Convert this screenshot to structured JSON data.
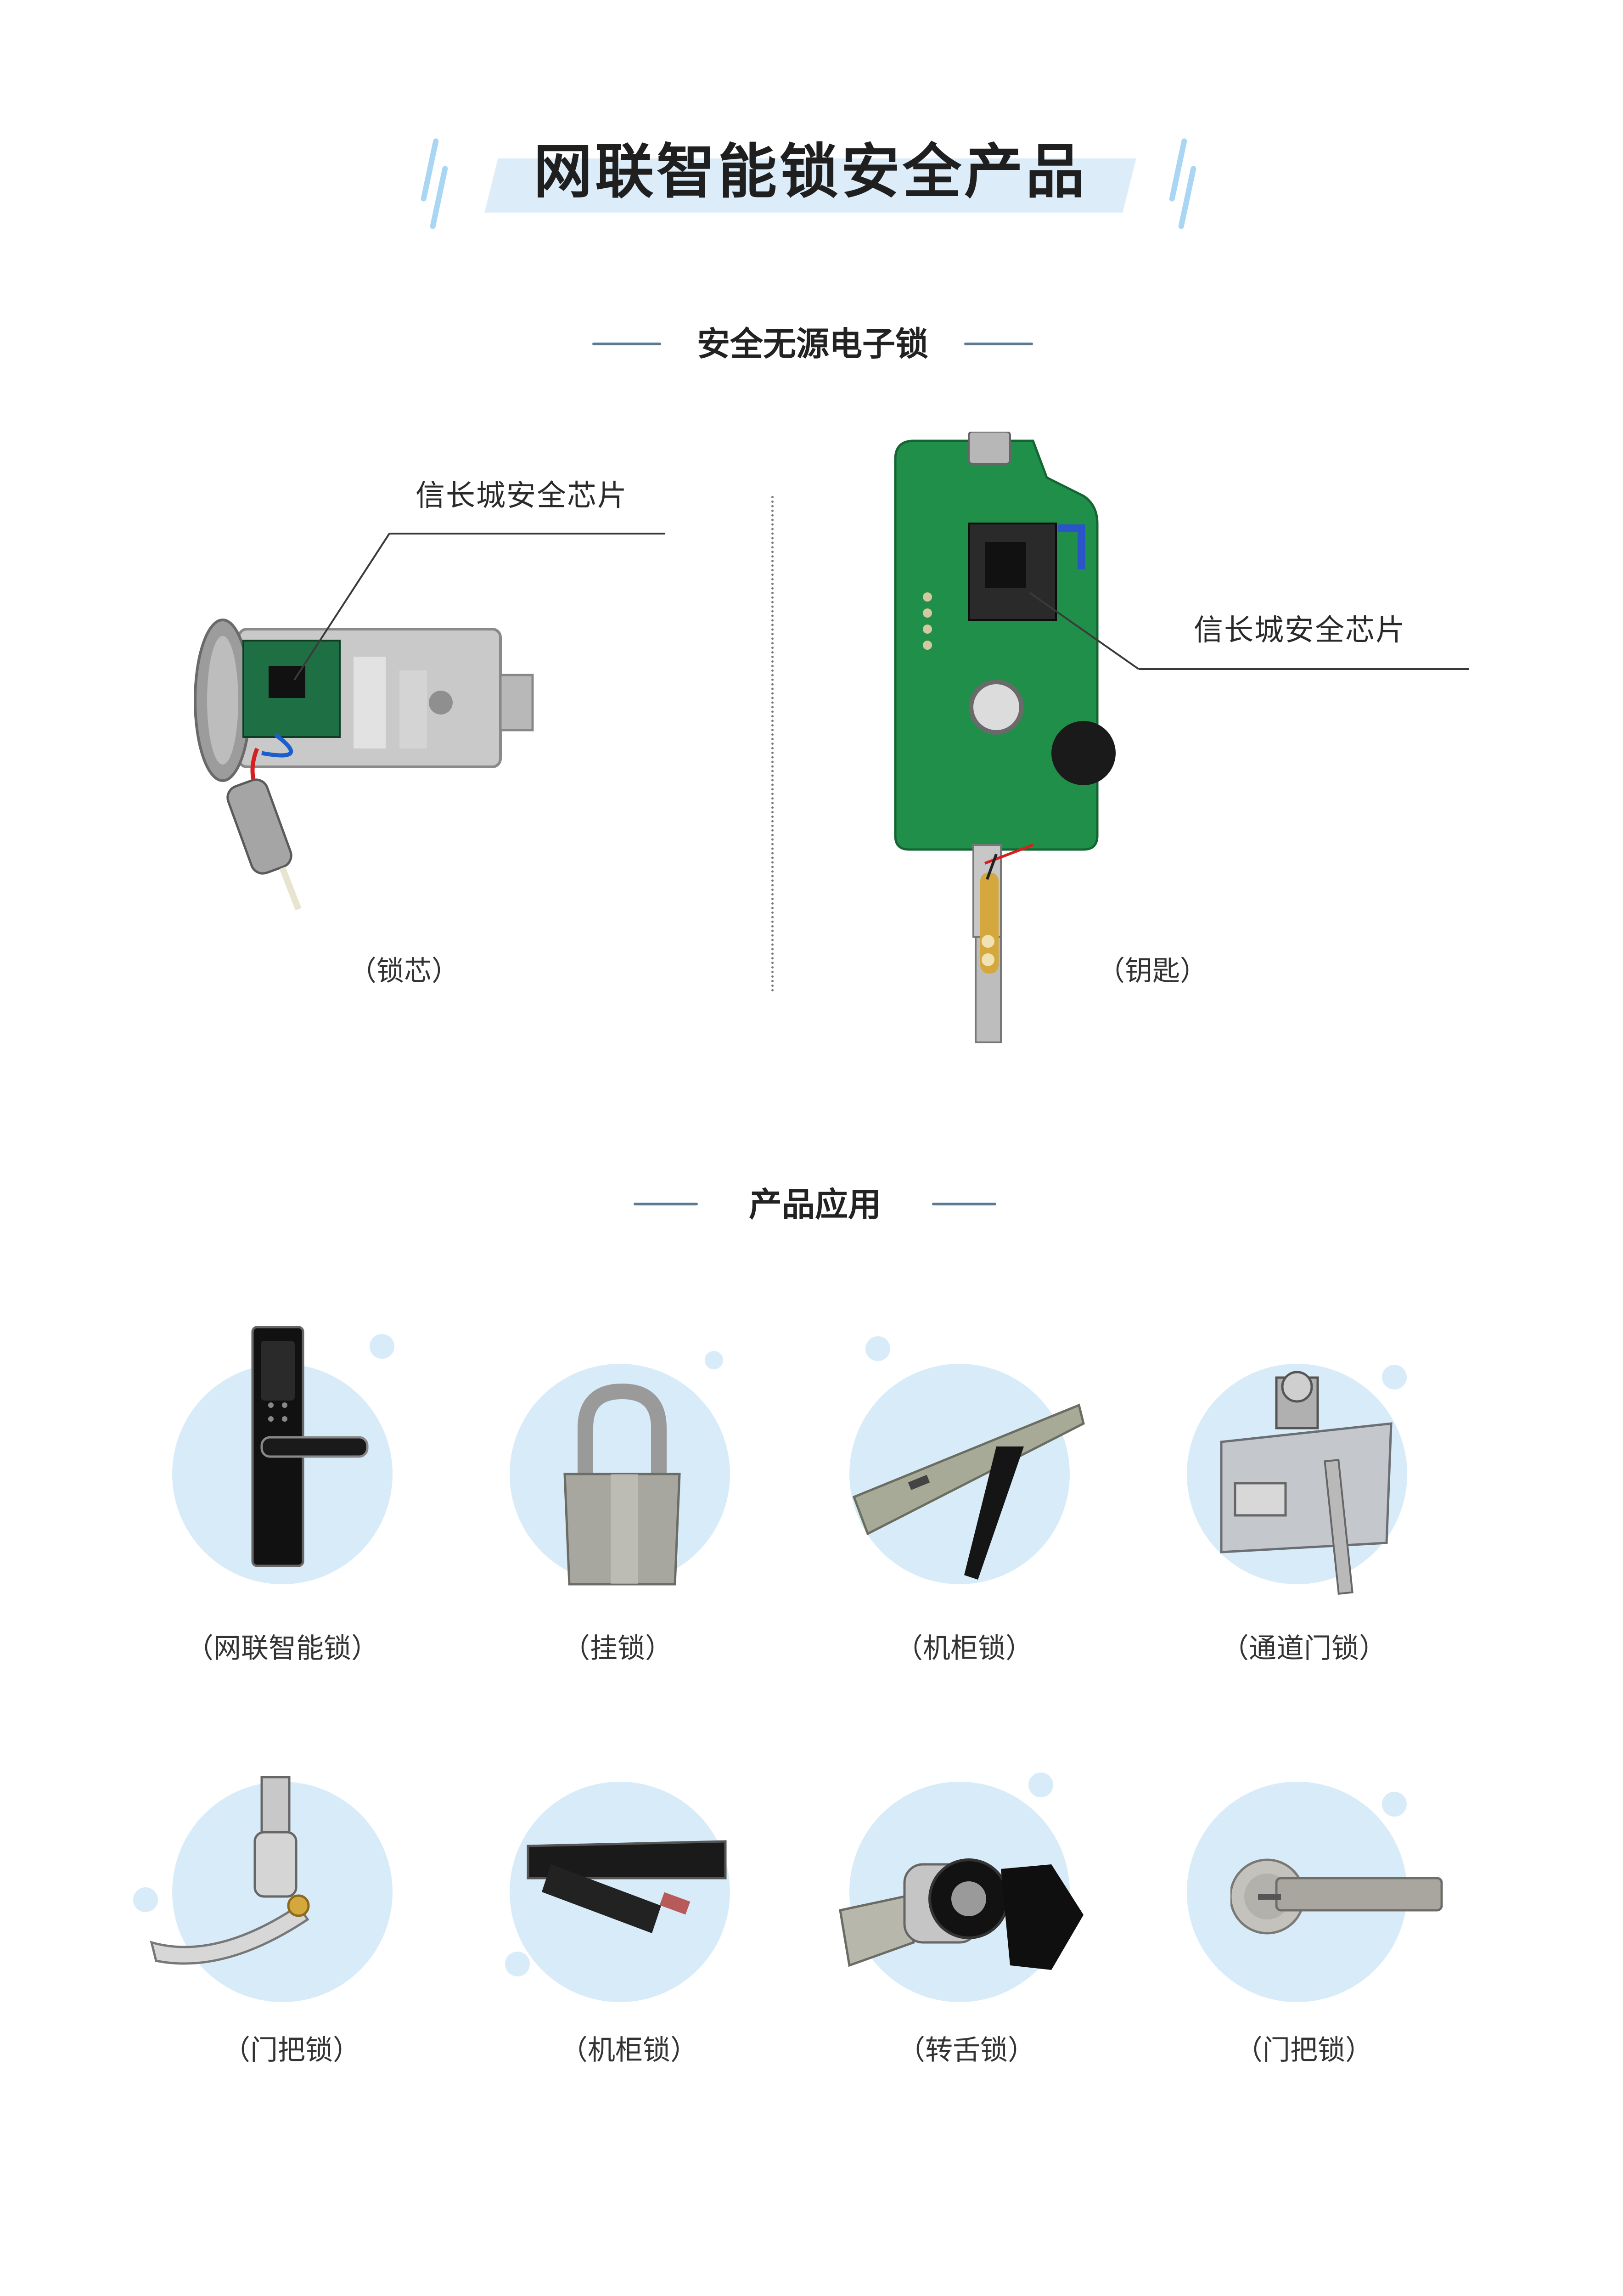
{
  "header": {
    "title": "网联智能锁安全产品"
  },
  "section1": {
    "title": "安全无源电子锁",
    "left_item": {
      "chip_label": "信长城安全芯片",
      "caption": "（锁芯）"
    },
    "right_item": {
      "chip_label": "信长城安全芯片",
      "caption": "（钥匙）"
    }
  },
  "section2": {
    "title": "产品应用",
    "row1": [
      {
        "caption": "（网联智能锁）",
        "icon": "smart-door-lock"
      },
      {
        "caption": "（挂锁）",
        "icon": "padlock"
      },
      {
        "caption": "（机柜锁）",
        "icon": "cabinet-lock"
      },
      {
        "caption": "（通道门锁）",
        "icon": "mortise-lock"
      }
    ],
    "row2": [
      {
        "caption": "（门把锁）",
        "icon": "handle-lock"
      },
      {
        "caption": "（机柜锁）",
        "icon": "cabinet-lock"
      },
      {
        "caption": "（转舌锁）",
        "icon": "cam-lock"
      },
      {
        "caption": "（门把锁）",
        "icon": "lever-lock"
      }
    ]
  },
  "colors": {
    "accent_light": "#d8ebf9",
    "pcb_green": "#1f8f4a",
    "line": "#5a7a96"
  }
}
